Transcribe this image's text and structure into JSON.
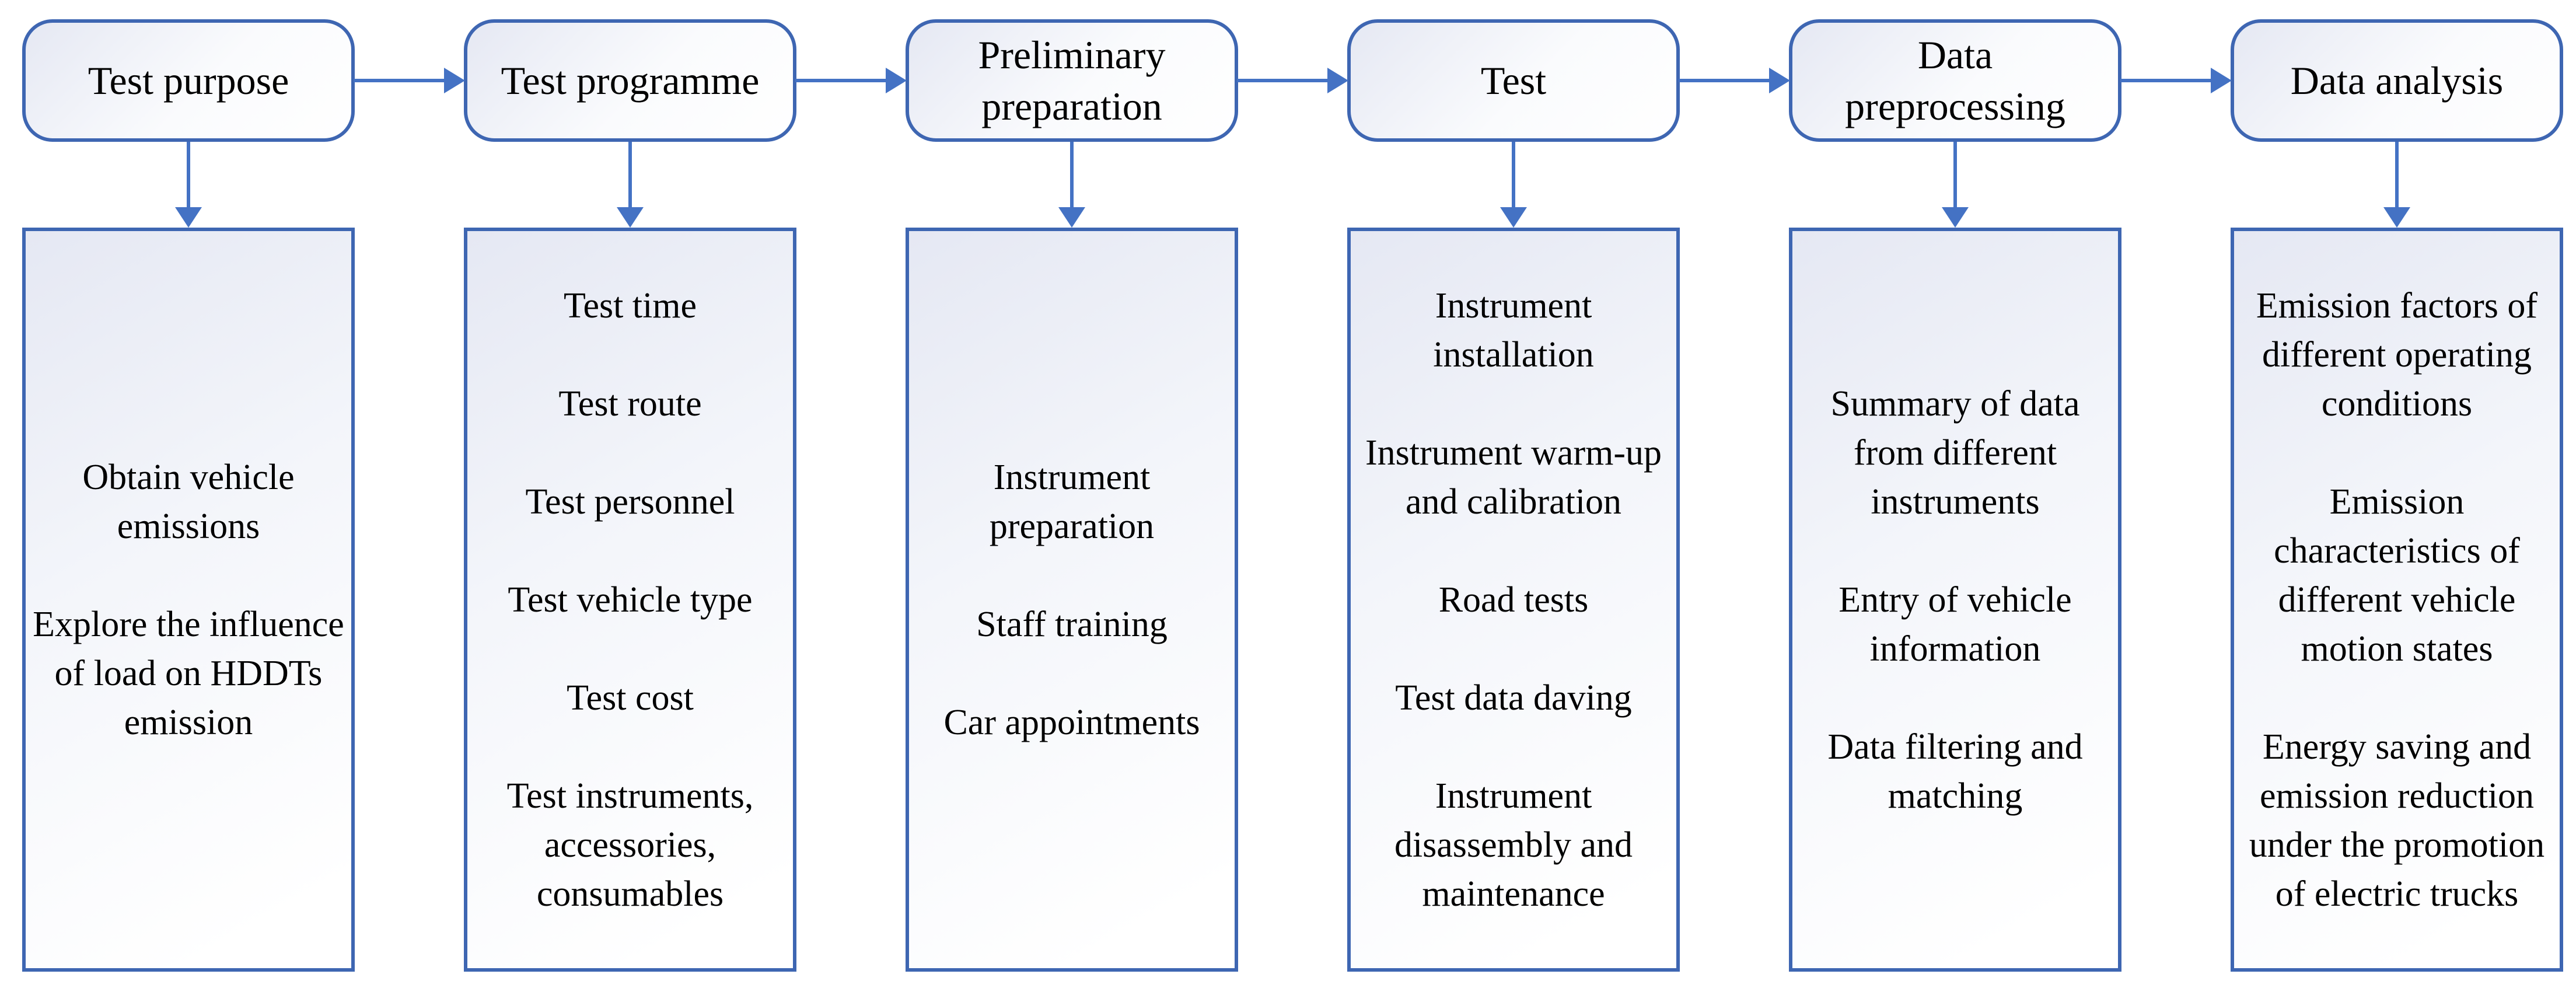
{
  "diagram": {
    "stages": [
      {
        "label": "Test purpose",
        "items": [
          "Obtain vehicle emissions",
          "Explore the influence of load on HDDTs emission"
        ]
      },
      {
        "label": "Test programme",
        "items": [
          "Test time",
          "Test route",
          "Test personnel",
          "Test vehicle type",
          "Test cost",
          "Test instruments, accessories, consumables"
        ]
      },
      {
        "label": "Preliminary preparation",
        "items": [
          "Instrument preparation",
          "Staff training",
          "Car appointments"
        ]
      },
      {
        "label": "Test",
        "items": [
          "Instrument installation",
          "Instrument warm-up and calibration",
          "Road tests",
          "Test data daving",
          "Instrument disassembly and maintenance"
        ]
      },
      {
        "label": "Data preprocessing",
        "items": [
          "Summary of data from different instruments",
          "Entry of vehicle information",
          "Data filtering and matching"
        ]
      },
      {
        "label": "Data analysis",
        "items": [
          "Emission factors of different operating conditions",
          "Emission characteristics of different vehicle motion states",
          "Energy saving and emission reduction under the promotion of electric trucks"
        ]
      }
    ]
  },
  "theme": {
    "line_color": "#4472C4",
    "border_color": "#3E66B2",
    "fill_top": "#E5E8F3",
    "fill_mid": "#F3F5FA",
    "fill_bottom": "#FFFFFF",
    "text_color": "#000000",
    "page_bg": "#FFFFFF"
  }
}
